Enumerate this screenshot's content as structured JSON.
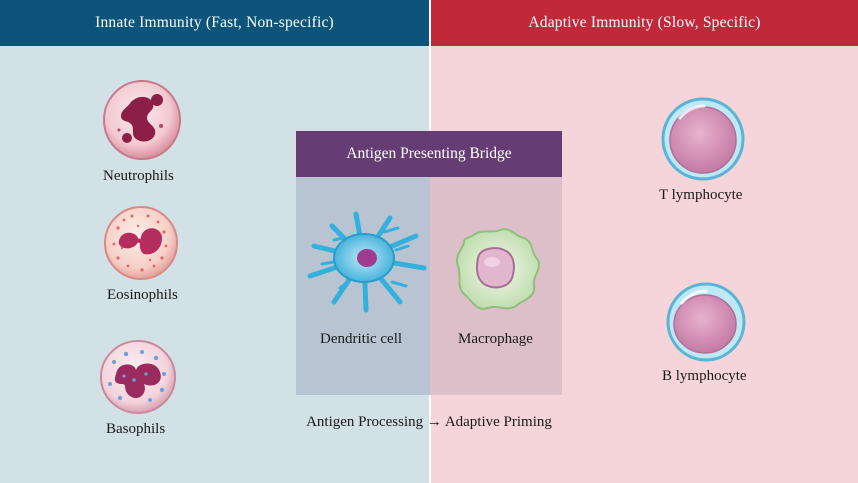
{
  "headers": {
    "innate": "Innate Immunity (Fast, Non-specific)",
    "adaptive": "Adaptive Immunity (Slow, Specific)"
  },
  "innate_cells": {
    "neutrophils": "Neutrophils",
    "eosinophils": "Eosinophils",
    "basophils": "Basophils"
  },
  "bridge": {
    "title": "Antigen Presenting Bridge",
    "dendritic": "Dendritic cell",
    "macrophage": "Macrophage",
    "flow": "Antigen Processing → Adaptive Priming"
  },
  "adaptive_cells": {
    "t_cell": "T lymphocyte",
    "b_cell": "B lymphocyte"
  },
  "colors": {
    "innate_header": "#0c5479",
    "adaptive_header": "#c1283a",
    "innate_bg": "#d1e1e6",
    "adaptive_bg": "#f5d5d9",
    "bridge_header": "#653d74"
  }
}
